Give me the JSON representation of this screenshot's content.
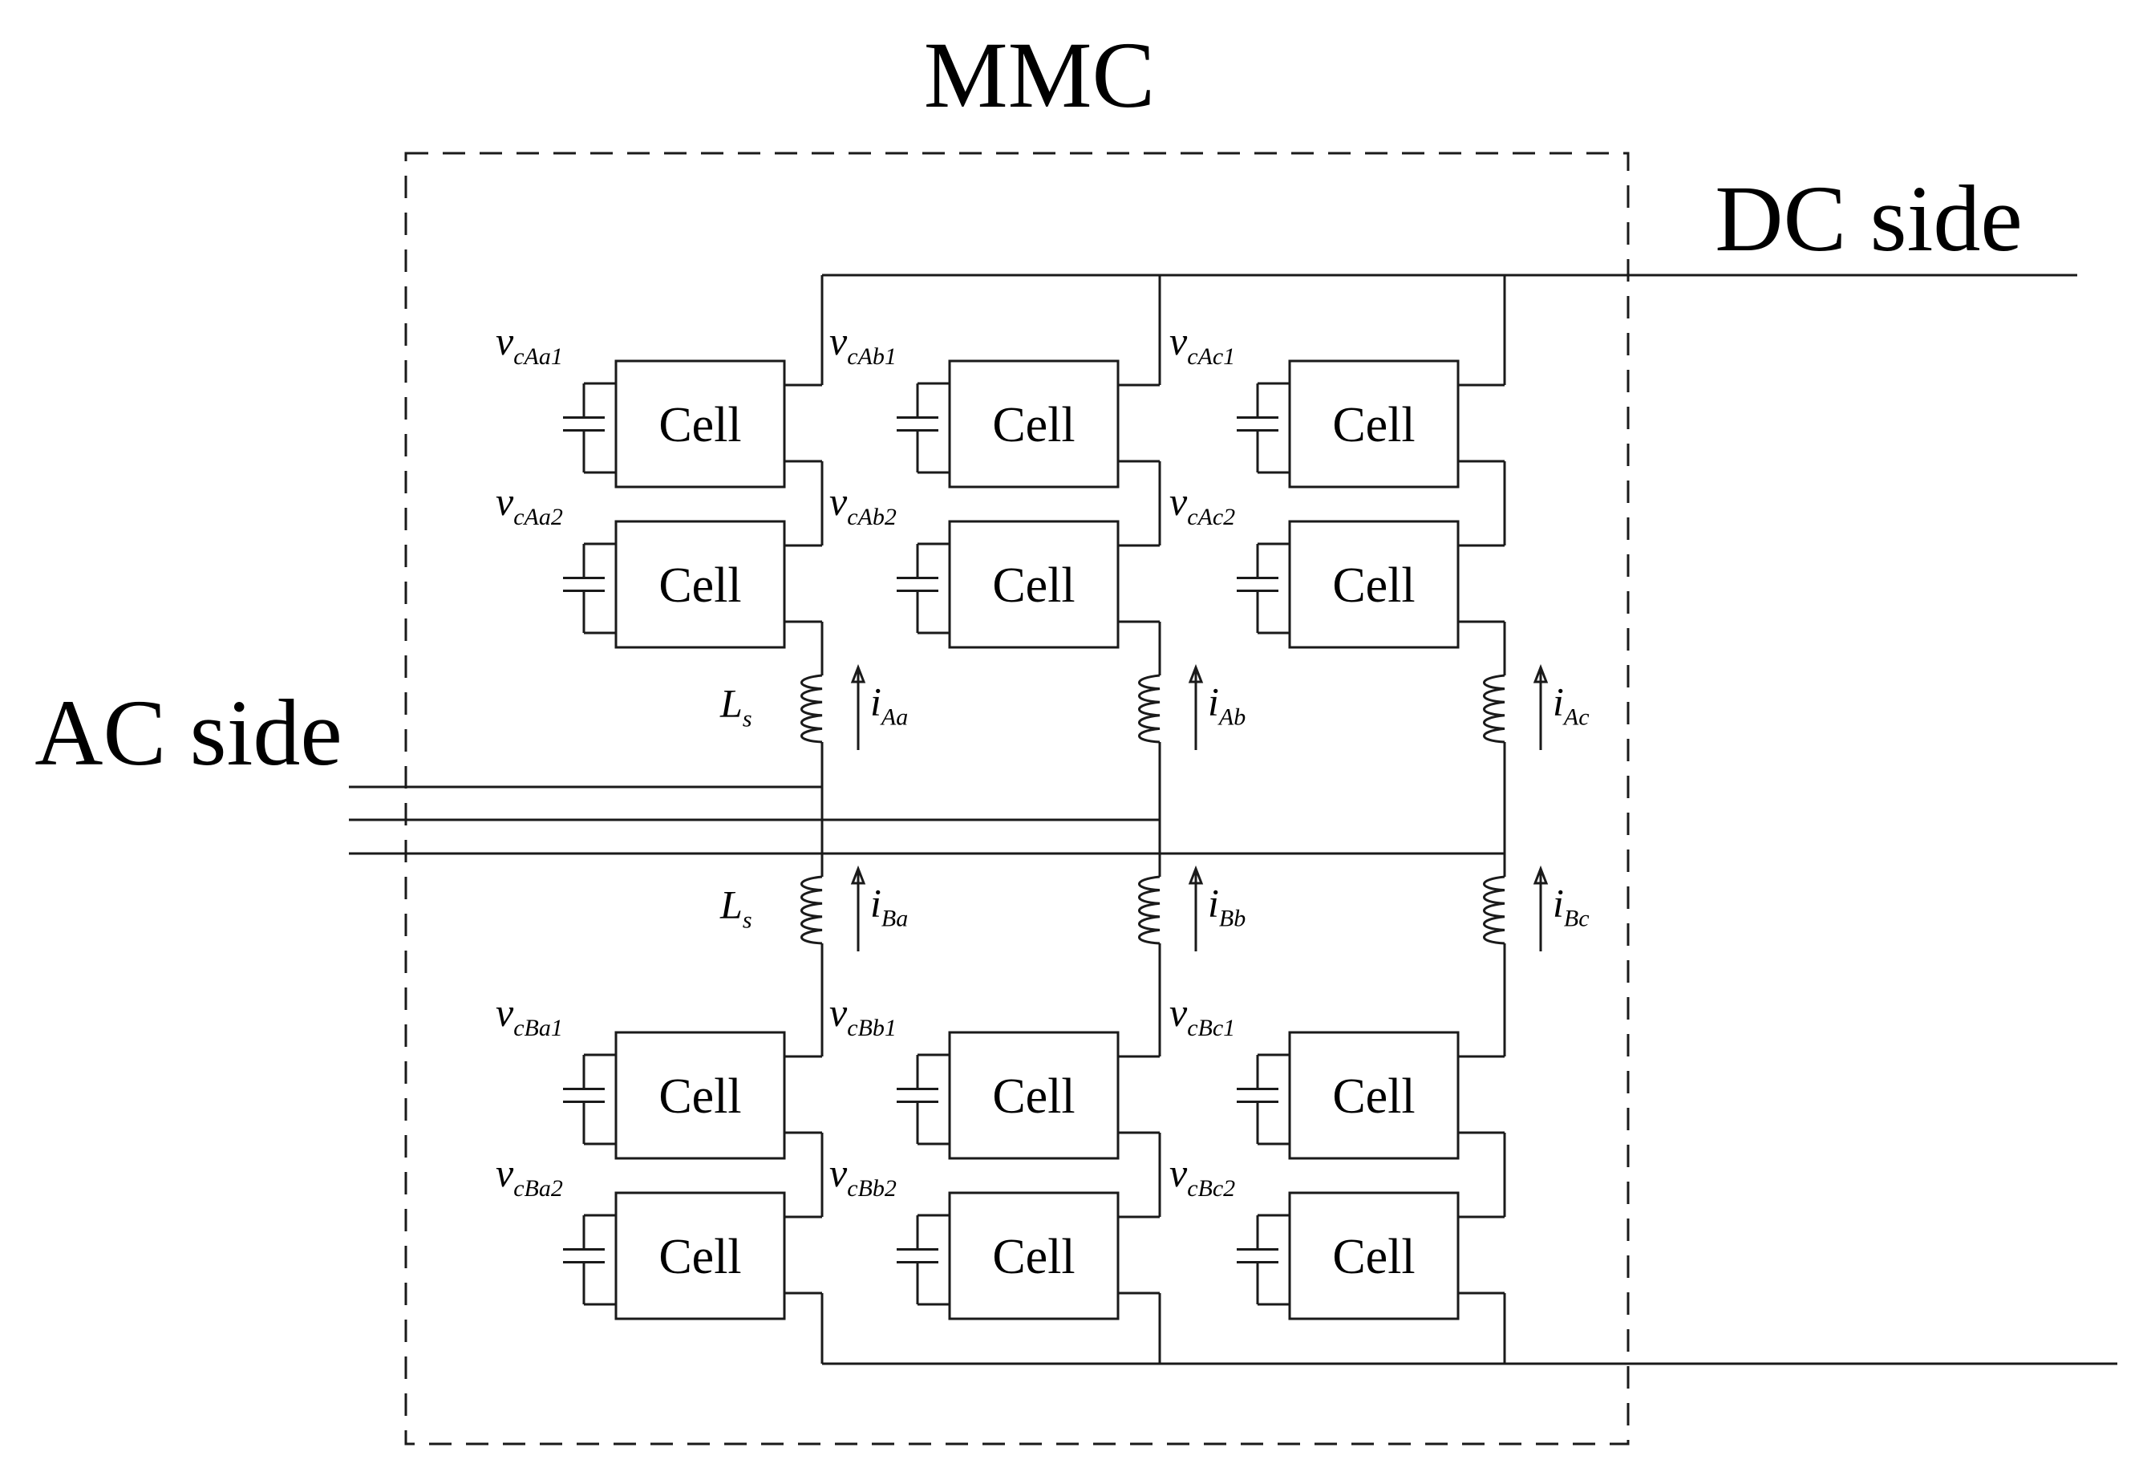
{
  "labels": {
    "title": "MMC",
    "dc_side": "DC side",
    "ac_side": "AC side",
    "cell": "Cell"
  },
  "upper_arms": [
    {
      "phase": "a",
      "cells": [
        {
          "v": "v",
          "v_sub": "cAa1"
        },
        {
          "v": "v",
          "v_sub": "cAa2"
        }
      ],
      "inductor": {
        "sym": "L",
        "sub": "s"
      },
      "current": {
        "sym": "i",
        "sub": "Aa"
      }
    },
    {
      "phase": "b",
      "cells": [
        {
          "v": "v",
          "v_sub": "cAb1"
        },
        {
          "v": "v",
          "v_sub": "cAb2"
        }
      ],
      "current": {
        "sym": "i",
        "sub": "Ab"
      }
    },
    {
      "phase": "c",
      "cells": [
        {
          "v": "v",
          "v_sub": "cAc1"
        },
        {
          "v": "v",
          "v_sub": "cAc2"
        }
      ],
      "current": {
        "sym": "i",
        "sub": "Ac"
      }
    }
  ],
  "lower_arms": [
    {
      "phase": "a",
      "cells": [
        {
          "v": "v",
          "v_sub": "cBa1"
        },
        {
          "v": "v",
          "v_sub": "cBa2"
        }
      ],
      "inductor": {
        "sym": "L",
        "sub": "s"
      },
      "current": {
        "sym": "i",
        "sub": "Ba"
      }
    },
    {
      "phase": "b",
      "cells": [
        {
          "v": "v",
          "v_sub": "cBb1"
        },
        {
          "v": "v",
          "v_sub": "cBb2"
        }
      ],
      "current": {
        "sym": "i",
        "sub": "Bb"
      }
    },
    {
      "phase": "c",
      "cells": [
        {
          "v": "v",
          "v_sub": "cBc1"
        },
        {
          "v": "v",
          "v_sub": "cBc2"
        }
      ],
      "current": {
        "sym": "i",
        "sub": "Bc"
      }
    }
  ]
}
